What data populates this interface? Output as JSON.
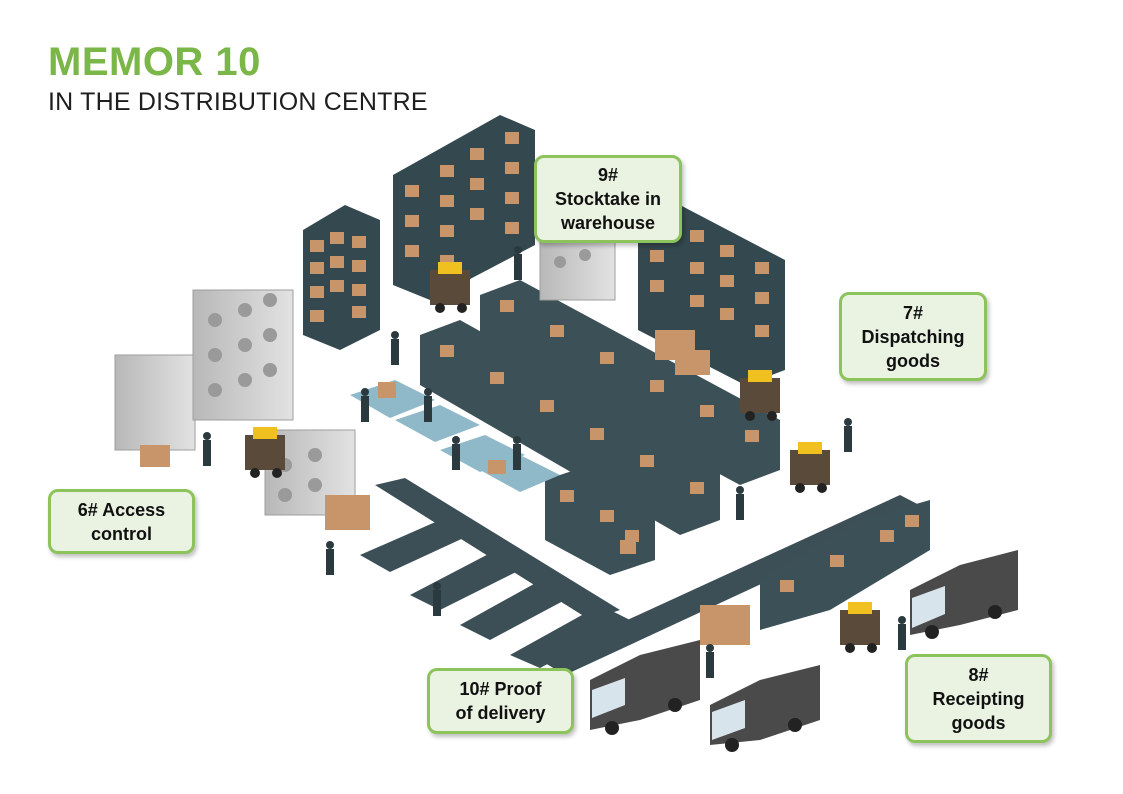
{
  "header": {
    "title": "MEMOR 10",
    "subtitle": "IN THE DISTRIBUTION CENTRE"
  },
  "colors": {
    "title_green": "#7ab648",
    "callout_border": "#8cc45b",
    "callout_fill": "#eaf2e1",
    "shelf": "#34484f",
    "box": "#c8956a",
    "truck": "#4a4a4a",
    "appliance": "#c9c9c9"
  },
  "callouts": {
    "stocktake": {
      "line1": "9#",
      "line2": "Stocktake in",
      "line3": "warehouse"
    },
    "dispatching": {
      "line1": "7#",
      "line2": "Dispatching",
      "line3": "goods"
    },
    "access": {
      "line1": "6# Access",
      "line2": "control"
    },
    "proof": {
      "line1": "10# Proof",
      "line2": "of delivery"
    },
    "receipting": {
      "line1": "8#",
      "line2": "Receipting",
      "line3": "goods"
    }
  }
}
